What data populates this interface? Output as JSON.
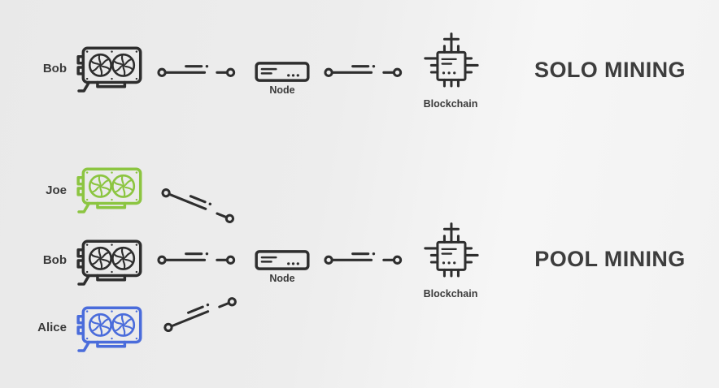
{
  "colors": {
    "dark": "#2e2e2e",
    "green": "#8cc541",
    "blue": "#4a6cdb",
    "label": "#3a3a3a",
    "title": "#3d3d3d"
  },
  "icons": {
    "gpu": "graphics-card-with-two-fans",
    "cable": "cable-connector",
    "node": "node-server-box",
    "blockchain": "blockchain-chip"
  },
  "solo": {
    "title": "SOLO MINING",
    "miner": {
      "name": "Bob"
    },
    "node": {
      "label": "Node"
    },
    "blockchain": {
      "label": "Blockchain"
    }
  },
  "pool": {
    "title": "POOL MINING",
    "miners": [
      {
        "name": "Joe"
      },
      {
        "name": "Bob"
      },
      {
        "name": "Alice"
      }
    ],
    "node": {
      "label": "Node"
    },
    "blockchain": {
      "label": "Blockchain"
    }
  }
}
